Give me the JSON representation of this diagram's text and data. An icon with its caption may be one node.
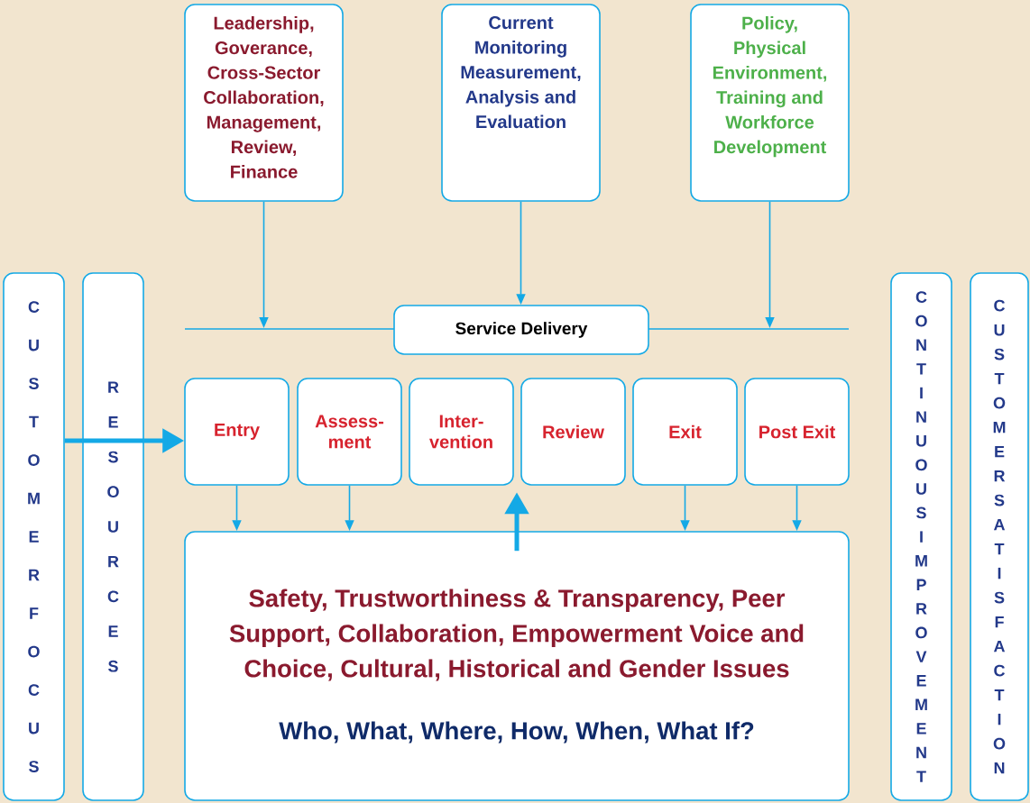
{
  "diagram": {
    "nodes": [
      {
        "text": [
          "CUSTOMER FOCUS"
        ]
      },
      {
        "text": [
          "RESOURCES"
        ]
      },
      {
        "text": [
          "Leadership, Goverance, Cross-Sector Collaboration, Management, Review, Finance"
        ]
      },
      {
        "text": [
          "Current Monitoring Measurement, Analysis and Evaluation"
        ]
      },
      {
        "text": [
          "Policy, Physical Environment, Training and Workforce Development"
        ]
      },
      {
        "text": [
          "Service Delivery"
        ]
      },
      {
        "text": [
          "Entry"
        ]
      },
      {
        "text": [
          "Assess-ment"
        ]
      },
      {
        "text": [
          "Inter-vention"
        ]
      },
      {
        "text": [
          "Review"
        ]
      },
      {
        "text": [
          "Exit"
        ]
      },
      {
        "text": [
          "Post Exit"
        ]
      },
      {
        "text": [
          "Safety, Trustworthiness & Transparency, Peer Support, Collaboration, Empowerment Voice and Choice, Cultural, Historical and Gender Issues",
          "Who, What, Where, How, When, What If?"
        ]
      },
      {
        "text": [
          "CONTINUOUS IMPROVEMENT"
        ]
      },
      {
        "text": [
          "CUSTOMER SATISFACTION"
        ]
      },
      {
        "text": [],
        "shape": "line"
      }
    ],
    "edges": [
      {
        "from": 0,
        "to": 1,
        "arrow": "none",
        "style": "thick"
      },
      {
        "from": 1,
        "to": 6,
        "arrow": "to",
        "style": "thick"
      },
      {
        "from": 2,
        "to": 15,
        "arrow": "to"
      },
      {
        "from": 3,
        "to": 5,
        "arrow": "to"
      },
      {
        "from": 4,
        "to": 15,
        "arrow": "to"
      },
      {
        "from": 6,
        "to": 12,
        "arrow": "to"
      },
      {
        "from": 7,
        "to": 12,
        "arrow": "to"
      },
      {
        "from": 10,
        "to": 12,
        "arrow": "to"
      },
      {
        "from": 11,
        "to": 12,
        "arrow": "to"
      },
      {
        "from": 12,
        "to": null,
        "arrow": "to",
        "style": "thick"
      }
    ]
  }
}
